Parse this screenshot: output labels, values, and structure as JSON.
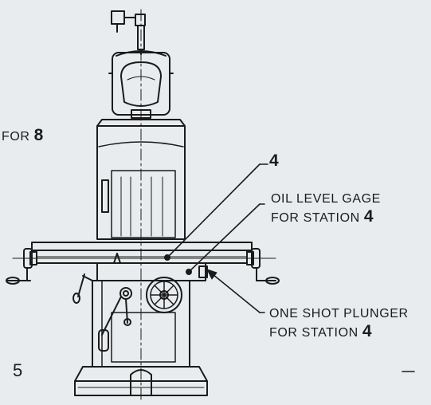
{
  "labels": {
    "for_8_prefix": "FOR",
    "for_8_num": "8",
    "num_4": "4",
    "oil_line1": "OIL LEVEL GAGE",
    "oil_line2_text": "FOR STATION",
    "oil_line2_num": "4",
    "plunger_line1": "ONE SHOT PLUNGER",
    "plunger_line2_text": "FOR STATION",
    "plunger_line2_num": "4",
    "num_5": "5"
  },
  "colors": {
    "background": "#e8ecee",
    "ink": "#1b1b1b"
  }
}
